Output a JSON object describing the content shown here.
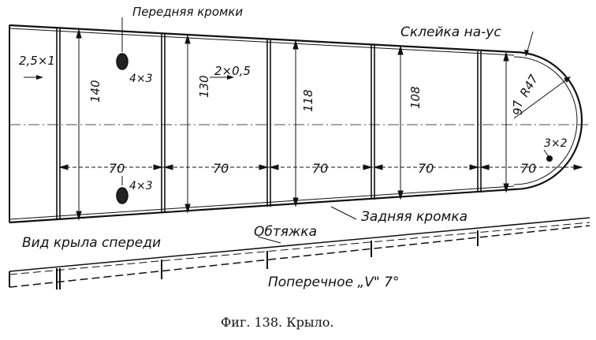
{
  "labels": {
    "leading_edge": "Передняя кромки",
    "scarf_joint": "Склейка на-ус",
    "trailing_edge": "Задняя кромка",
    "covering": "Обтяжка",
    "front_view": "Вид крыла спереди",
    "dihedral": "Поперечное „V\" 7°"
  },
  "dimensions": {
    "spar_section": "2,5×1",
    "hole_top": "4×3",
    "hole_bottom": "4×3",
    "rib_section": "2×0,5",
    "tip_hole": "3×2",
    "radius": "R47",
    "chord_1": "140",
    "chord_2": "130",
    "chord_3": "118",
    "chord_4": "108",
    "chord_5": "97",
    "spacing_1": "70",
    "spacing_2": "70",
    "spacing_3": "70",
    "spacing_4": "70",
    "spacing_5": "70"
  },
  "caption": "Фиг. 138. Крыло.",
  "colors": {
    "ink": "#111111",
    "paper": "#ffffff"
  }
}
